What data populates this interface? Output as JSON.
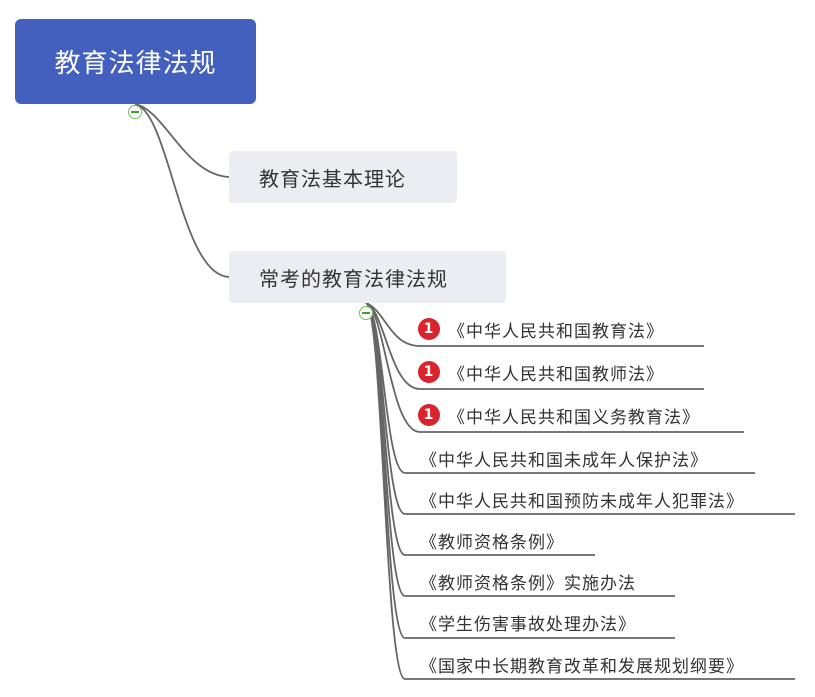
{
  "root": {
    "label": "教育法律法规"
  },
  "branches": [
    {
      "label": "教育法基本理论"
    },
    {
      "label": "常考的教育法律法规"
    }
  ],
  "leaves": [
    {
      "label": "《中华人民共和国教育法》",
      "priority": "1"
    },
    {
      "label": "《中华人民共和国教师法》",
      "priority": "1"
    },
    {
      "label": "《中华人民共和国义务教育法》",
      "priority": "1"
    },
    {
      "label": "《中华人民共和国未成年人保护法》"
    },
    {
      "label": "《中华人民共和国预防未成年人犯罪法》"
    },
    {
      "label": "《教师资格条例》"
    },
    {
      "label": "《教师资格条例》实施办法"
    },
    {
      "label": "《学生伤害事故处理办法》"
    },
    {
      "label": "《国家中长期教育改革和发展规划纲要》"
    }
  ],
  "colors": {
    "root_fill": "#4360bf",
    "branch_fill": "#ecedf3",
    "connector": "#666666",
    "priority_badge": "#d9232d",
    "toggle": "#6fbf5a"
  }
}
